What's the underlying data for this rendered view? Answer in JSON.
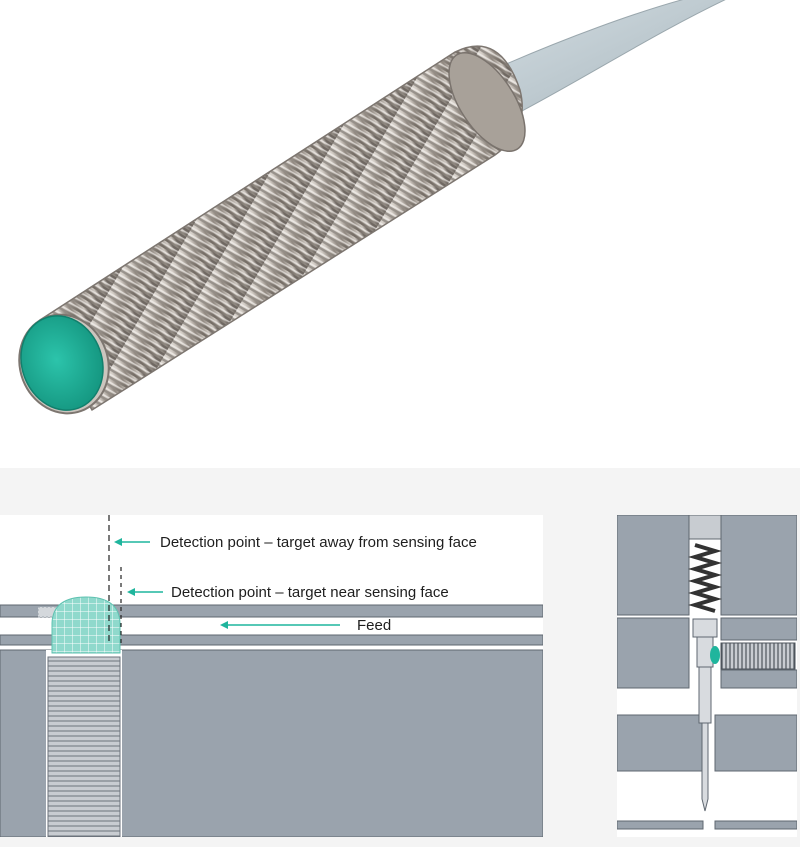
{
  "product_photo": {
    "subject": "cylindrical-threaded-sensor",
    "colors": {
      "sensing_face": "#1fb59d",
      "thread_metal": "#b9b3ad",
      "cable": "#bfcbd1"
    }
  },
  "detection_diagram": {
    "labels": {
      "far": "Detection point – target away from sensing face",
      "near": "Detection point – target near sensing face",
      "feed": "Feed"
    },
    "colors": {
      "wall": "#9aa3ad",
      "accent": "#1fb59d",
      "target": "#8fd9cc"
    }
  },
  "mounting_diagram": {
    "colors": {
      "wall": "#9aa3ad",
      "accent": "#1fb59d"
    }
  }
}
